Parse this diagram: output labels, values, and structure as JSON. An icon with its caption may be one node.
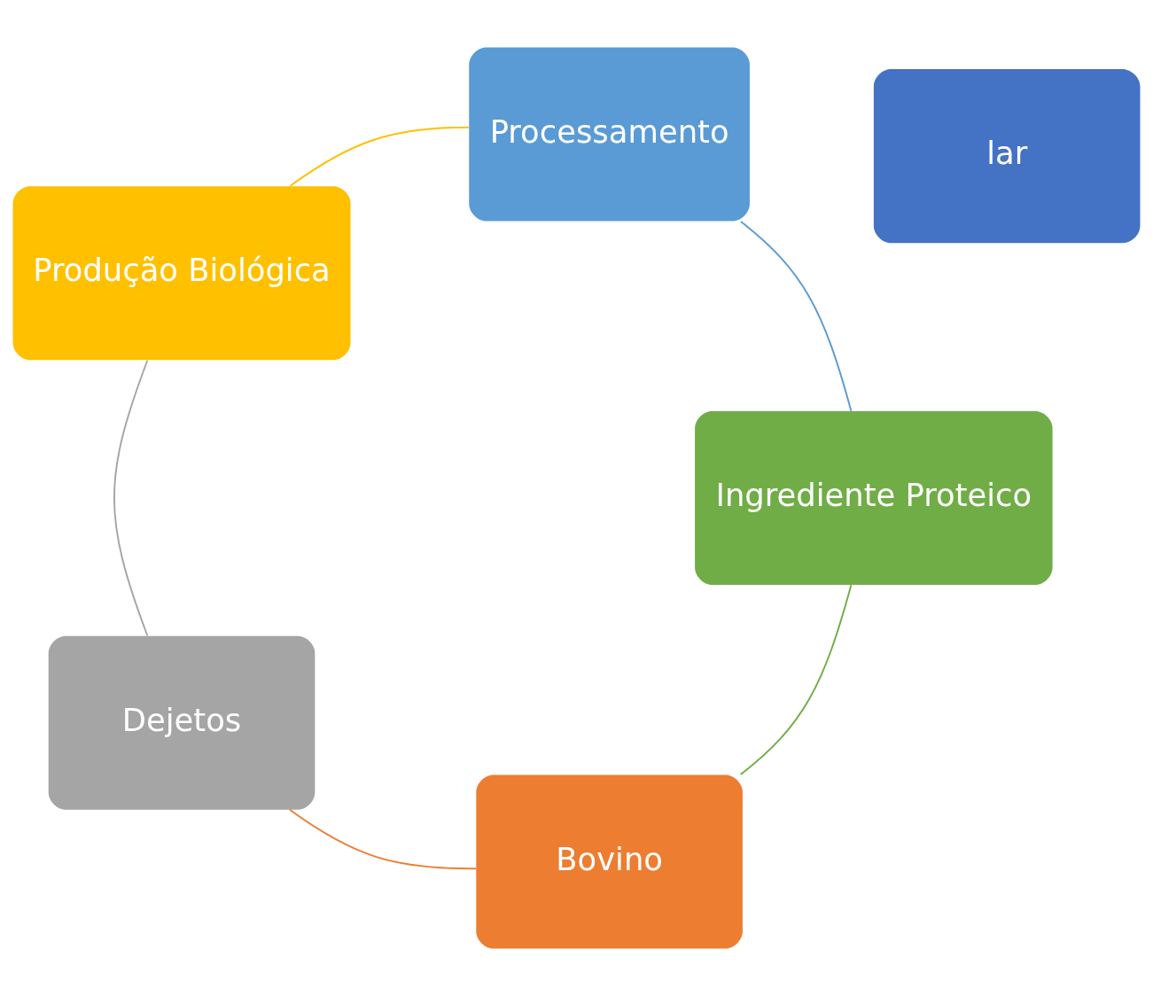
{
  "diagram": {
    "nodes": [
      {
        "text": [
          "lar"
        ]
      },
      {
        "text": [
          "Bovino"
        ]
      },
      {
        "text": [
          "Dejetos"
        ]
      },
      {
        "text": [
          "Produção Biológica"
        ]
      },
      {
        "text": [
          "Processamento"
        ]
      },
      {
        "text": [
          "Ingrediente Proteico"
        ]
      }
    ],
    "edges": [
      {
        "from": 1,
        "to": 2,
        "arrow": "none",
        "color": "#ed7d31"
      },
      {
        "from": 2,
        "to": 3,
        "arrow": "none",
        "color": "#a5a5a5"
      },
      {
        "from": 3,
        "to": 4,
        "arrow": "none",
        "color": "#ffc000"
      },
      {
        "from": 4,
        "to": 5,
        "arrow": "none",
        "color": "#5b9bd5"
      },
      {
        "from": 5,
        "to": 1,
        "arrow": "none",
        "color": "#70ad47"
      }
    ]
  }
}
